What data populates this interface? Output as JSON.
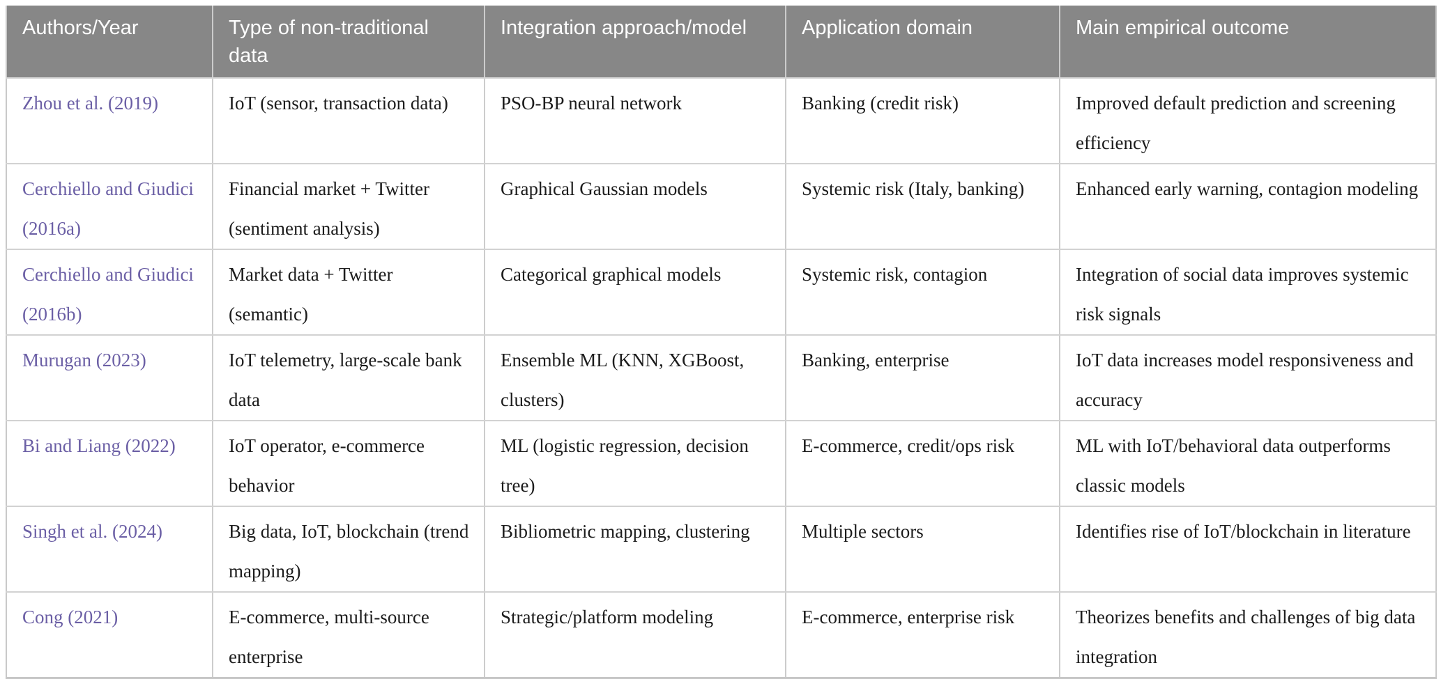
{
  "colors": {
    "header_bg": "#878787",
    "header_text": "#ffffff",
    "author_link": "#6b5fa5",
    "border": "#cccccc",
    "body_text": "#1c1c1c"
  },
  "table": {
    "columns": [
      {
        "label": "Authors/Year"
      },
      {
        "label": "Type of non-traditional data"
      },
      {
        "label": "Integration approach/model"
      },
      {
        "label": "Application domain"
      },
      {
        "label": "Main empirical outcome"
      }
    ],
    "rows": [
      {
        "author": "Zhou et al. (2019)",
        "data_type": "IoT (sensor, transaction data)",
        "approach": "PSO-BP neural network",
        "domain": "Banking (credit risk)",
        "outcome": "Improved default prediction and screening efficiency"
      },
      {
        "author": "Cerchiello and Giudici (2016a)",
        "data_type": "Financial market + Twitter (sentiment analysis)",
        "approach": "Graphical Gaussian models",
        "domain": "Systemic risk (Italy, banking)",
        "outcome": "Enhanced early warning, contagion modeling"
      },
      {
        "author": "Cerchiello and Giudici (2016b)",
        "data_type": "Market data + Twitter (semantic)",
        "approach": "Categorical graphical models",
        "domain": "Systemic risk, contagion",
        "outcome": "Integration of social data improves systemic risk signals"
      },
      {
        "author": "Murugan (2023)",
        "data_type": "IoT telemetry, large-scale bank data",
        "approach": "Ensemble ML (KNN, XGBoost, clusters)",
        "domain": "Banking, enterprise",
        "outcome": "IoT data increases model responsiveness and accuracy"
      },
      {
        "author": "Bi and Liang (2022)",
        "data_type": "IoT operator, e-commerce behavior",
        "approach": "ML (logistic regression, decision tree)",
        "domain": "E-commerce, credit/ops risk",
        "outcome": "ML with IoT/behavioral data outperforms classic models"
      },
      {
        "author": "Singh et al. (2024)",
        "data_type": "Big data, IoT, blockchain (trend mapping)",
        "approach": "Bibliometric mapping, clustering",
        "domain": "Multiple sectors",
        "outcome": "Identifies rise of IoT/blockchain in literature"
      },
      {
        "author": "Cong (2021)",
        "data_type": "E-commerce, multi-source enterprise",
        "approach": "Strategic/platform modeling",
        "domain": "E-commerce, enterprise risk",
        "outcome": "Theorizes benefits and challenges of big data integration"
      }
    ]
  }
}
